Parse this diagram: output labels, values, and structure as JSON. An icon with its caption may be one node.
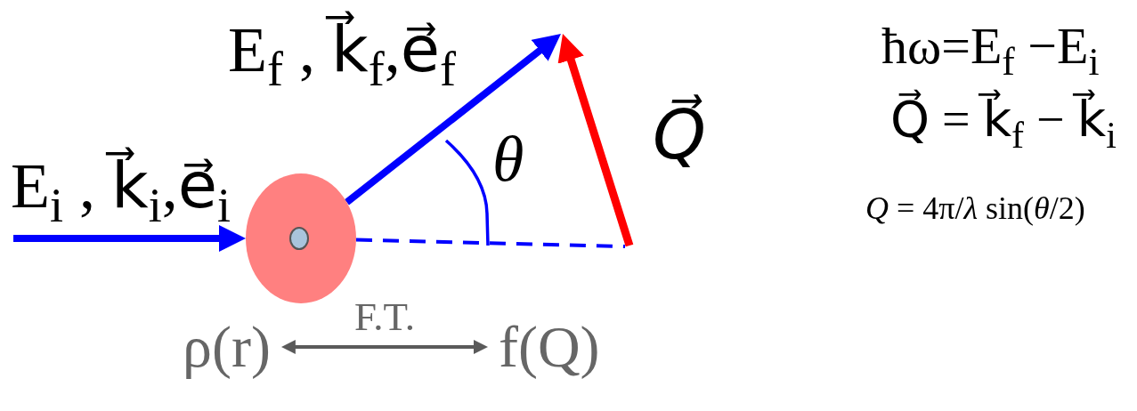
{
  "diagram": {
    "nodes": [
      {
        "text": [],
        "shape": "circle"
      },
      {
        "text": [
          "ρ(r)"
        ]
      },
      {
        "text": [
          "f(Q)"
        ]
      }
    ],
    "edges": [
      {
        "from": null,
        "to": 0,
        "arrow": "to",
        "label": "E$_{i}$ , k⃗$_{i}$,e⃗$_{i}$"
      },
      {
        "from": 0,
        "to": null,
        "arrow": "to",
        "label": "E$_{f}$ , k⃗$_{f}$,e⃗$_{f}$"
      },
      {
        "from": 0,
        "to": null,
        "arrow": "none",
        "style": "dashed"
      },
      {
        "from": 1,
        "to": 2,
        "arrow": "both",
        "label": "F.T.",
        "color": "#5a5a5a"
      }
    ],
    "labels": [
      "θ",
      "Q⃗",
      "ħω=E$_{f}$ −E$_{i}$",
      "Q⃗ = k⃗$_{f}$ − k⃗$_{i}$",
      "*Q* = 4π/*λ* sin(*θ*/2)"
    ]
  }
}
